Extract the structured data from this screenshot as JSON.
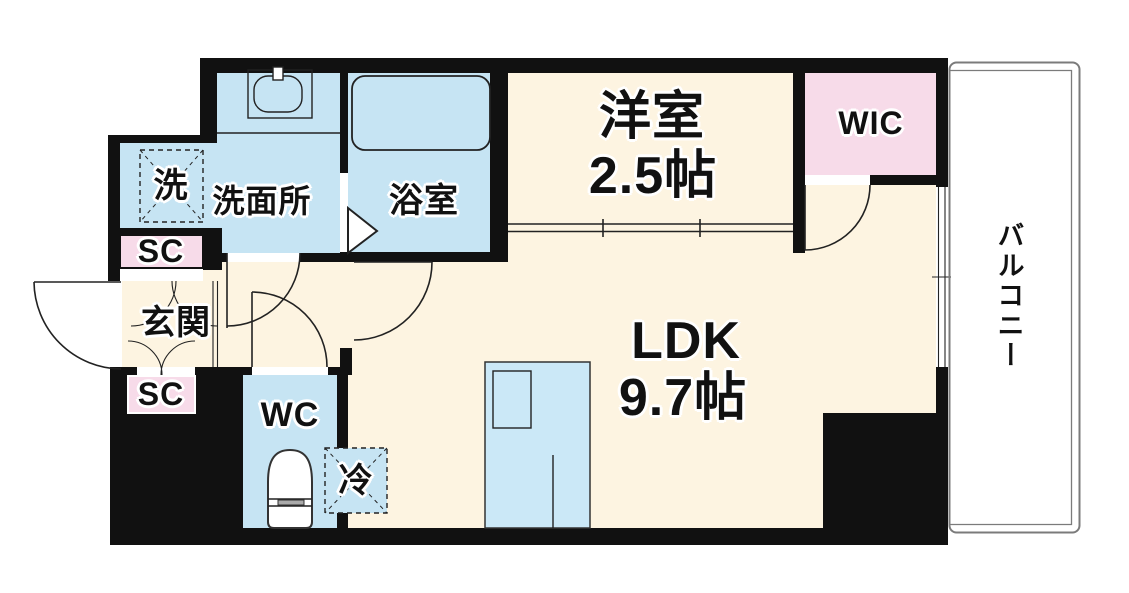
{
  "labels": {
    "western_room": "洋室",
    "western_room_size": "2.5帖",
    "ldk": "LDK",
    "ldk_size": "9.7帖",
    "wic": "WIC",
    "balcony": "バルコニー",
    "washroom": "洗面所",
    "bathroom": "浴室",
    "washer": "洗",
    "fridge": "冷",
    "entrance": "玄関",
    "shoe_closet_upper": "SC",
    "shoe_closet_lower": "SC",
    "toilet": "WC"
  },
  "colors": {
    "cream": "#FDF4E1",
    "wet": "#C6E4F3",
    "kitchen": "#CBE8F7",
    "pink": "#F7DBE9",
    "wall": "#111111",
    "line": "#222222",
    "balcony": "#7b7b7b"
  }
}
